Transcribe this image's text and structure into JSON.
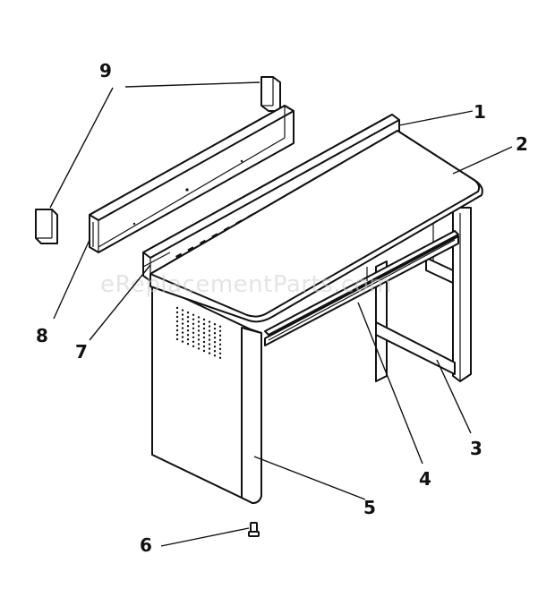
{
  "watermark": "eReplacementParts.com",
  "callouts": [
    "1",
    "2",
    "3",
    "4",
    "5",
    "6",
    "7",
    "8",
    "9"
  ]
}
